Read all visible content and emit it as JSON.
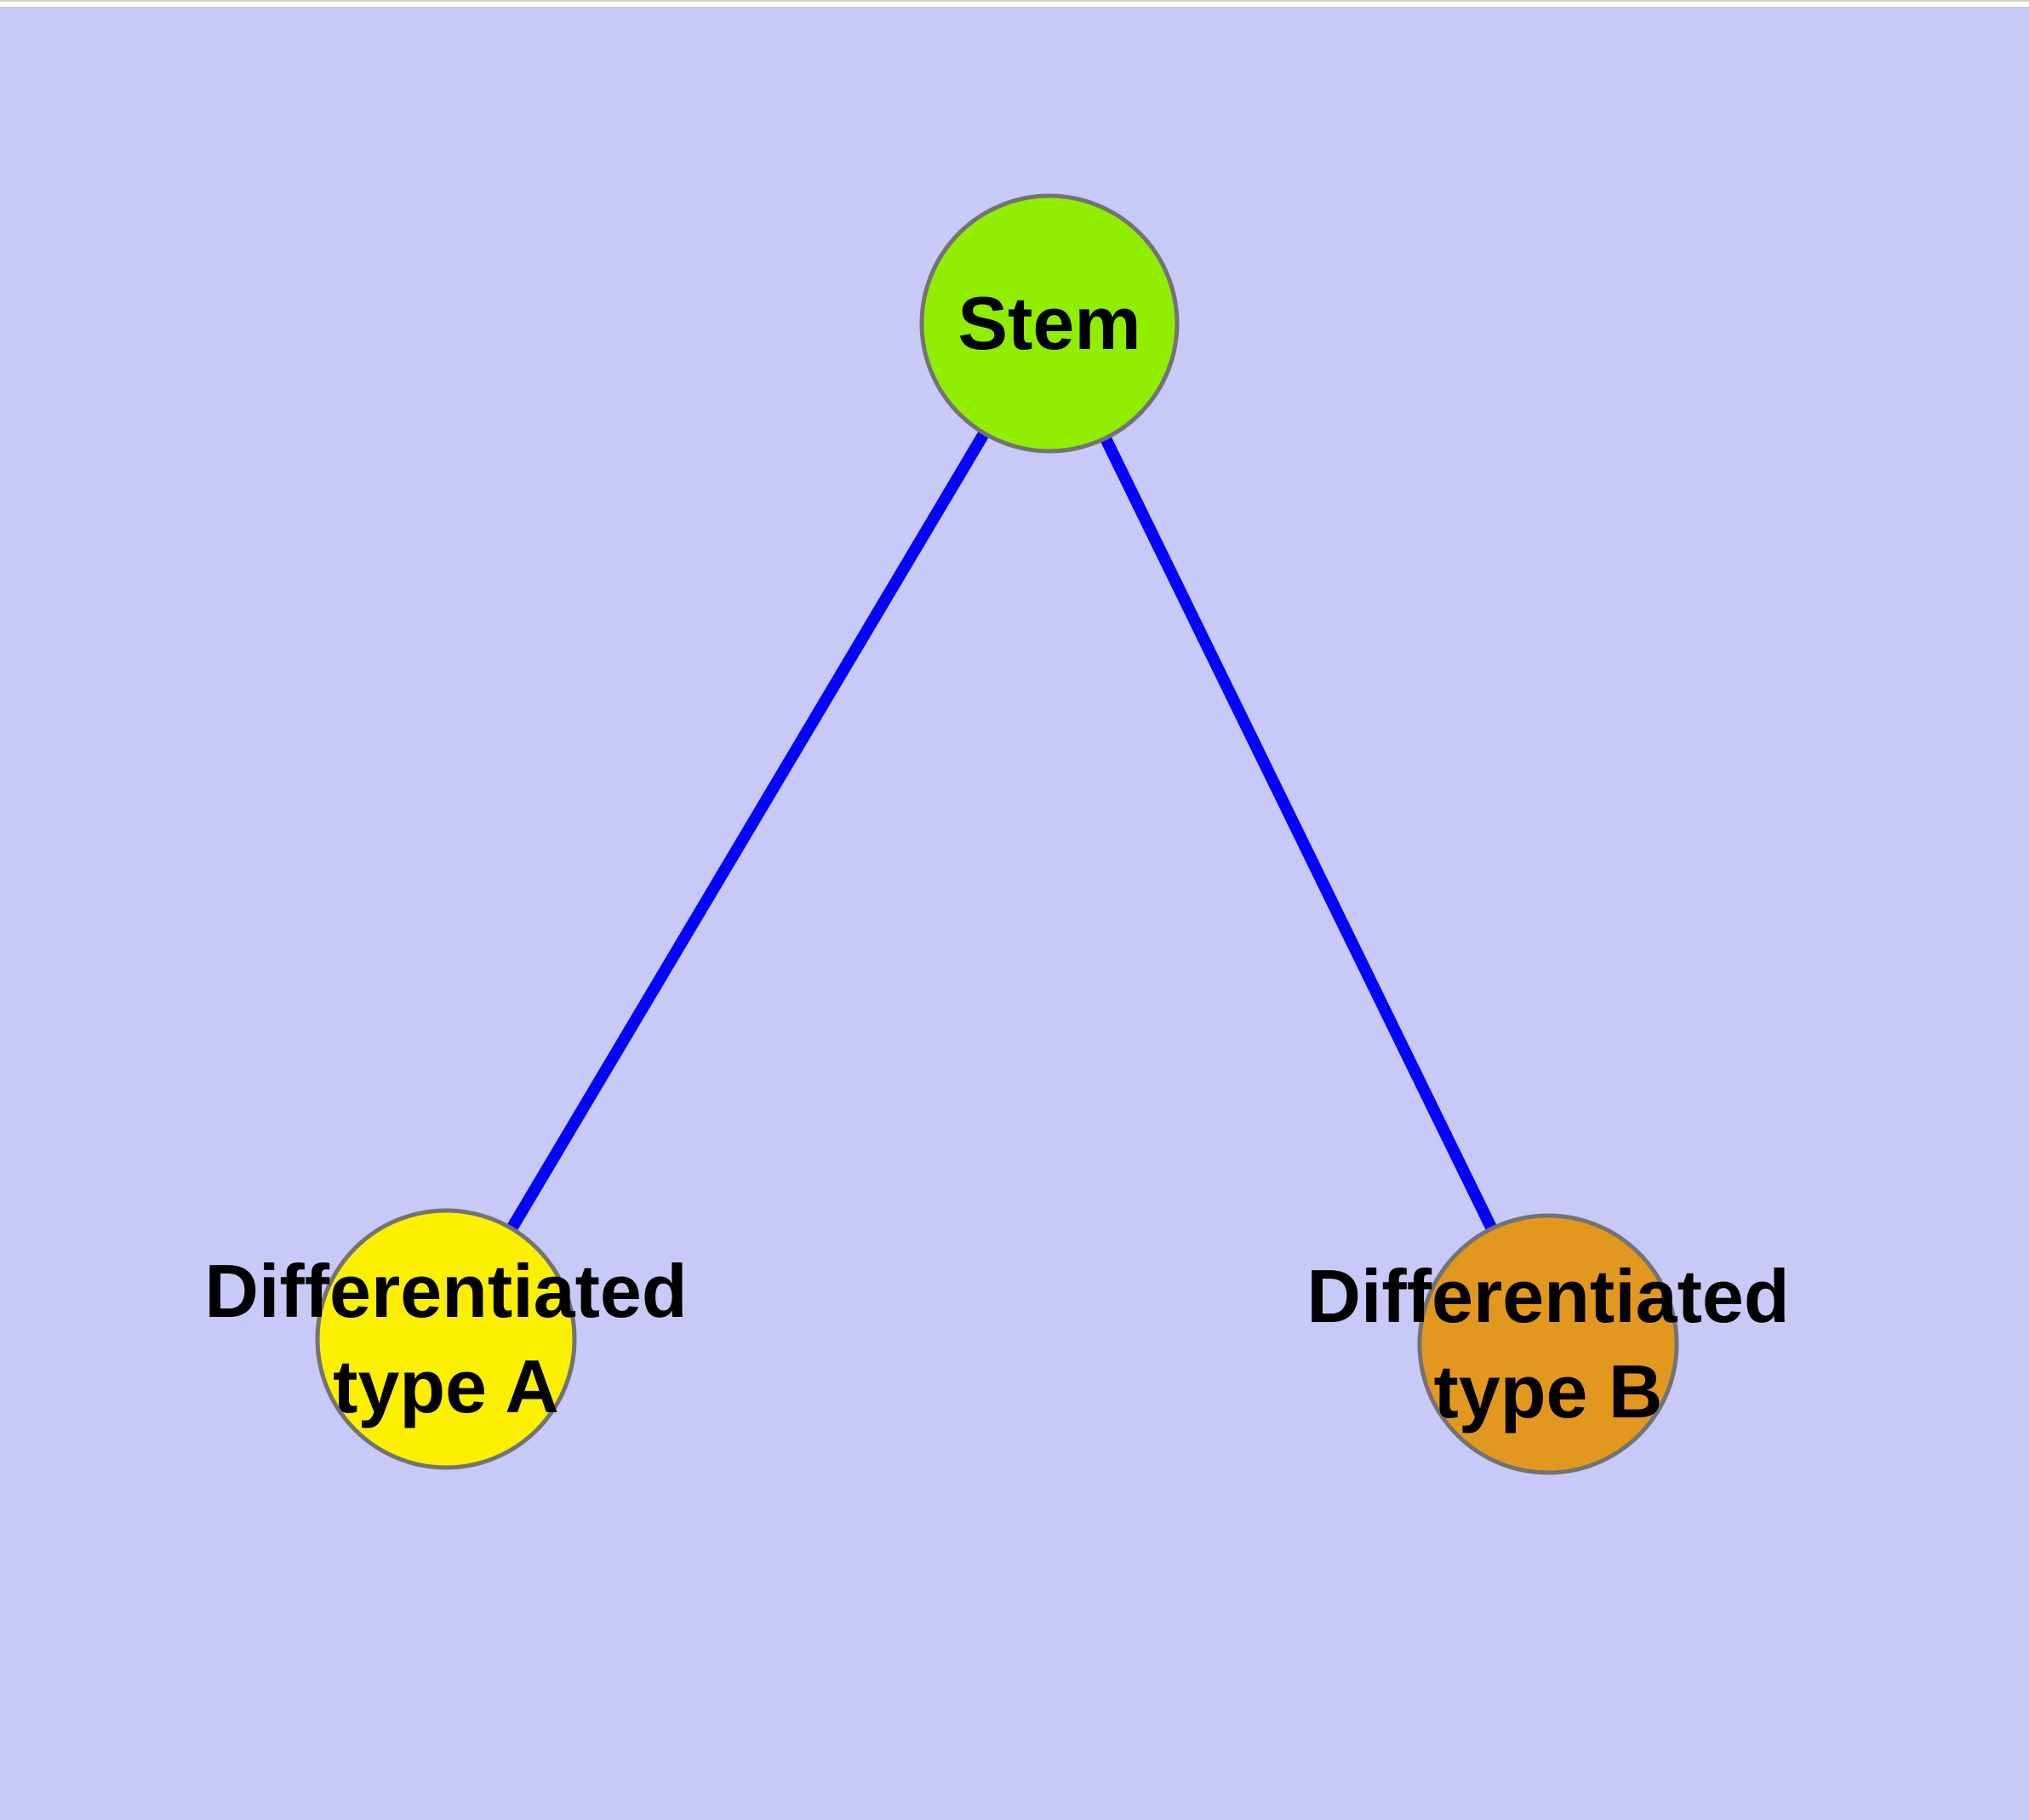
{
  "diagram": {
    "type": "graph",
    "background_color": "#C9C9F8",
    "edge_color": "#0404FA",
    "node_border_color": "#737373",
    "label_color": "#000000",
    "nodes": [
      {
        "id": "stem",
        "label": "Stem",
        "color": "#92EE00",
        "shape": "circle"
      },
      {
        "id": "type-a",
        "label": "Differentiated\ntype A",
        "color": "#FCF000",
        "shape": "circle"
      },
      {
        "id": "type-b",
        "label": "Differentiated\ntype B",
        "color": "#E2981E",
        "shape": "circle"
      }
    ],
    "edges": [
      {
        "from": "Stem",
        "to": "Differentiated type A"
      },
      {
        "from": "Stem",
        "to": "Differentiated type B"
      }
    ]
  }
}
